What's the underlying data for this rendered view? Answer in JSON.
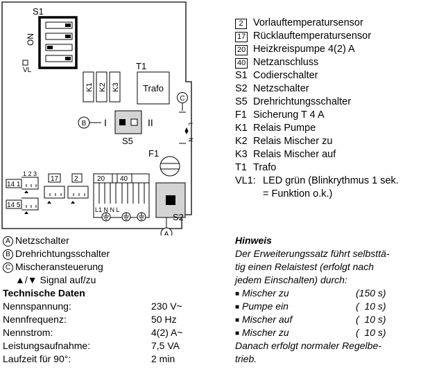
{
  "board": {
    "s1_label": "S1",
    "on_label": "ON",
    "vl_label": "VL",
    "relays": [
      "K1",
      "K2",
      "K3"
    ],
    "t1_label": "T1",
    "trafo_label": "Trafo",
    "b_label": "B",
    "c_label": "C",
    "roman_left": "I",
    "roman_right": "II",
    "s5_label": "S5",
    "f1_label": "F1",
    "s2_label": "S2",
    "a_label": "A",
    "l_label": "L",
    "n_label": "N",
    "pin_numbers": "1 2 3",
    "terminal_14_1": "14 1",
    "terminal_14_5": "14 5",
    "terminal_17": "17",
    "terminal_2": "2",
    "terminal_20": "20",
    "terminal_40": "40",
    "mains_pins": "L1 N  N  L"
  },
  "legend": {
    "items": [
      {
        "code": "2",
        "boxed": true,
        "text": "Vorlauftemperatursensor"
      },
      {
        "code": "17",
        "boxed": true,
        "text": "Rücklauftemperatursensor"
      },
      {
        "code": "20",
        "boxed": true,
        "text": "Heizkreispumpe 4(2) A"
      },
      {
        "code": "40",
        "boxed": true,
        "text": "Netzanschluss"
      },
      {
        "code": "S1",
        "boxed": false,
        "text": "Codierschalter"
      },
      {
        "code": "S2",
        "boxed": false,
        "text": "Netzschalter"
      },
      {
        "code": "S5",
        "boxed": false,
        "text": "Drehrichtungsschalter"
      },
      {
        "code": "F1",
        "boxed": false,
        "text": "Sicherung T 4 A"
      },
      {
        "code": "K1",
        "boxed": false,
        "text": "Relais Pumpe"
      },
      {
        "code": "K2",
        "boxed": false,
        "text": "Relais Mischer zu"
      },
      {
        "code": "K3",
        "boxed": false,
        "text": "Relais Mischer auf"
      },
      {
        "code": "T1",
        "boxed": false,
        "text": "Trafo"
      },
      {
        "code": "VL1:",
        "boxed": false,
        "text": "LED grün (Blinkrythmus 1 sek."
      }
    ],
    "vl1_continuation": "= Funktion o.k.)"
  },
  "callouts": {
    "a_letter": "A",
    "a_text": "Netzschalter",
    "b_letter": "B",
    "b_text": "Drehrichtungsschalter",
    "c_letter": "C",
    "c_text": "Mischeransteuerung",
    "signal_text": "▲/▼ Signal auf/zu"
  },
  "specs": {
    "title": "Technische Daten",
    "rows": [
      {
        "label": "Nennspannung:",
        "value": "230 V~"
      },
      {
        "label": "Nennfrequenz:",
        "value": "50 Hz"
      },
      {
        "label": "Nennstrom:",
        "value": "4(2) A~"
      },
      {
        "label": "Leistungsaufnahme:",
        "value": "7,5 VA"
      },
      {
        "label": "Laufzeit für 90°:",
        "value": "2 min"
      }
    ]
  },
  "hinweis": {
    "title": "Hinweis",
    "para_lines": [
      "Der Erweiterungssatz führt selbsttä-",
      "tig einen Relaistest (erfolgt nach",
      "jedem Einschalten) durch:"
    ],
    "steps": [
      {
        "name": "Mischer zu",
        "duration": "(150 s)"
      },
      {
        "name": "Pumpe ein",
        "duration": "(  10 s)"
      },
      {
        "name": "Mischer auf",
        "duration": "(  10 s)"
      },
      {
        "name": "Mischer zu",
        "duration": "(  10 s)"
      }
    ],
    "closing_lines": [
      "Danach erfolgt normaler Regelbe-",
      "trieb."
    ]
  }
}
